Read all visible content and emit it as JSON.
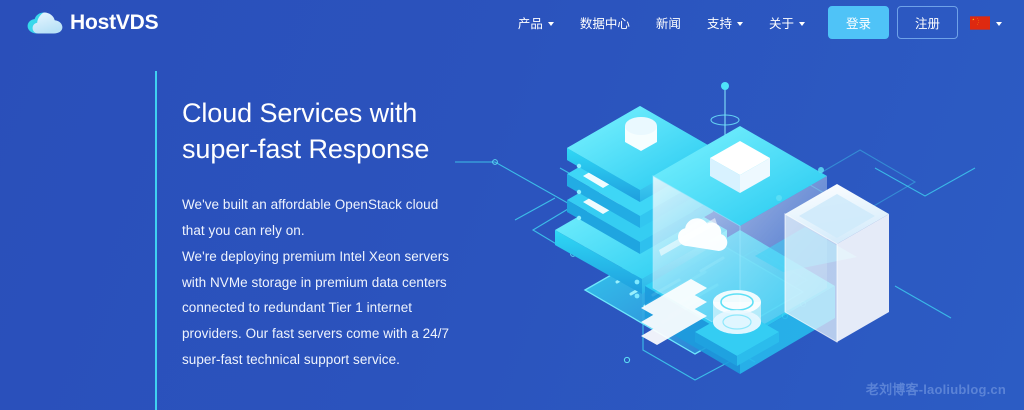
{
  "theme": {
    "bg_start": "#2a4fba",
    "bg_end": "#2c5cc4",
    "accent_cyan": "#3fd0f0",
    "button_primary_bg": "#4fc3f7",
    "text_white": "#ffffff",
    "watermark_color": "#5e86d8"
  },
  "header": {
    "logo": {
      "icon": "cloud-icon",
      "text": "HostVDS"
    },
    "nav_items": [
      {
        "label": "产品",
        "has_dropdown": true
      },
      {
        "label": "数据中心",
        "has_dropdown": false
      },
      {
        "label": "新闻",
        "has_dropdown": false
      },
      {
        "label": "支持",
        "has_dropdown": true
      },
      {
        "label": "关于",
        "has_dropdown": true
      }
    ],
    "login_label": "登录",
    "register_label": "注册",
    "language": {
      "icon": "china-flag-icon",
      "has_dropdown": true
    }
  },
  "hero": {
    "title_line1": "Cloud Services with",
    "title_line2": "super-fast Response",
    "paragraph_lines": [
      "We've built an affordable OpenStack cloud",
      "that you can rely on.",
      "We're deploying premium Intel Xeon servers",
      "with NVMe storage in premium data centers",
      "connected to redundant Tier 1 internet",
      "providers. Our fast servers come with a 24/7",
      "super-fast technical support service."
    ]
  },
  "illustration": {
    "name": "isometric-cloud-infrastructure-illustration",
    "elements": [
      "server-rack-stack",
      "glass-cube-with-cloud",
      "translucent-tower-box",
      "circuit-board-panel",
      "database-cylinder",
      "connector-lines",
      "antenna-beacon"
    ]
  },
  "watermark": {
    "text": "老刘博客-laoliublog.cn"
  }
}
